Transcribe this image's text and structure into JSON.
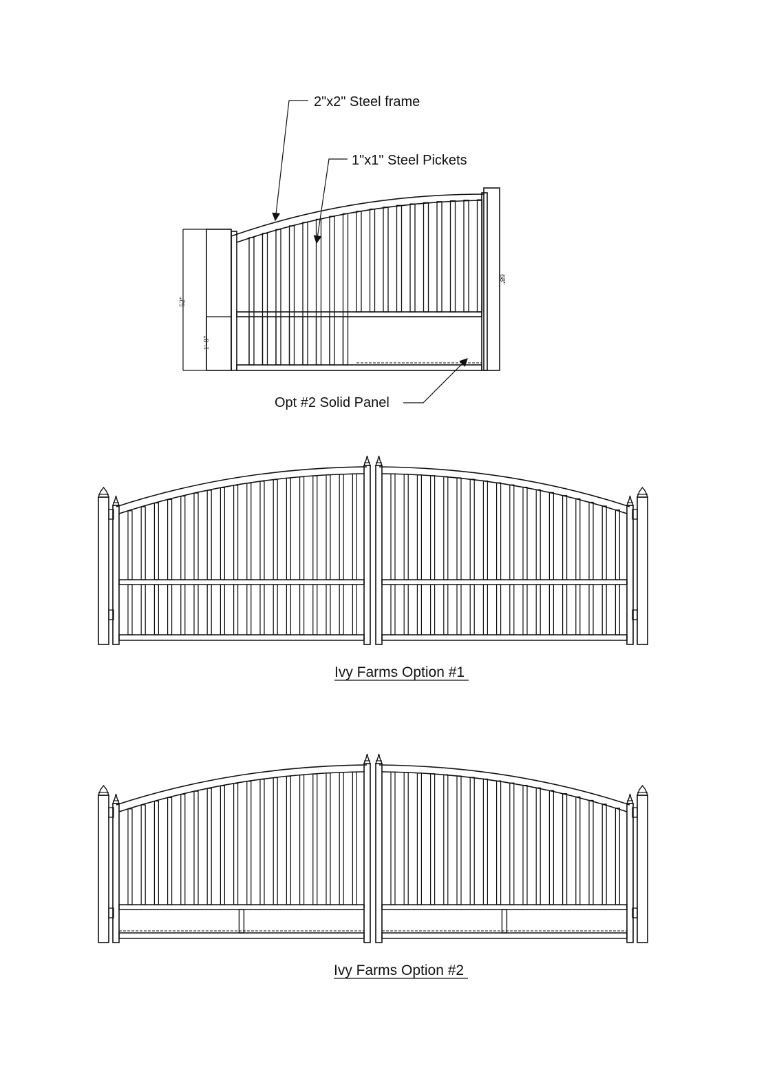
{
  "callouts": {
    "frame": "2\"x2\" Steel frame",
    "pickets": "1\"x1\" Steel Pickets",
    "solid_panel": "Opt #2 Solid Panel"
  },
  "dimensions": {
    "left_height": "52\"",
    "lower_height": "1'-8\"",
    "right_height": "68\""
  },
  "captions": {
    "option1": "Ivy Farms Option #1",
    "option2": "Ivy Farms Option #2"
  }
}
